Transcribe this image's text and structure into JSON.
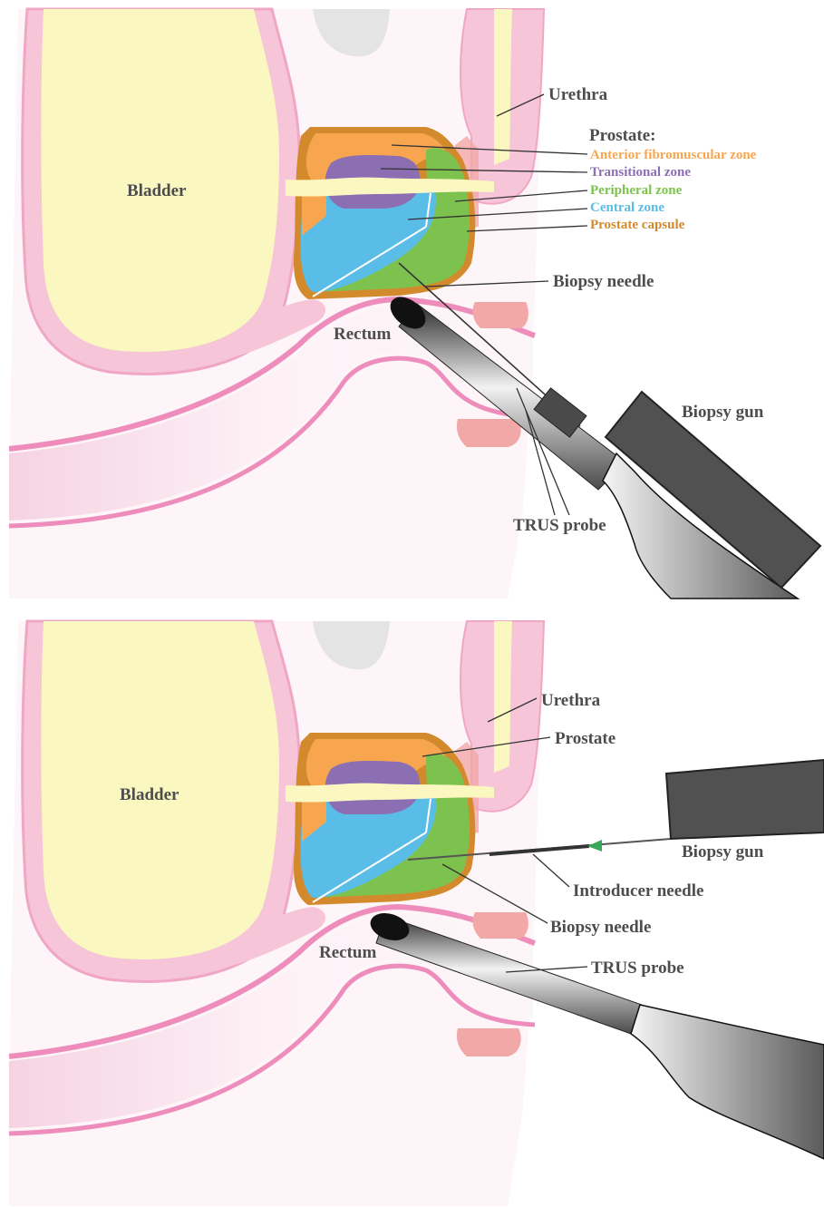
{
  "panel_top": {
    "bladder": "Bladder",
    "rectum": "Rectum",
    "urethra": "Urethra",
    "prostate_heading": "Prostate:",
    "zones": [
      {
        "label": "Anterior fibromuscular zone",
        "color": "#f7a64f"
      },
      {
        "label": "Transitional zone",
        "color": "#8c6fb3"
      },
      {
        "label": "Peripheral zone",
        "color": "#7dc24e"
      },
      {
        "label": "Central zone",
        "color": "#59bde8"
      },
      {
        "label": "Prostate capsule",
        "color": "#d38a2d"
      }
    ],
    "biopsy_needle": "Biopsy needle",
    "biopsy_gun": "Biopsy gun",
    "trus_probe": "TRUS probe"
  },
  "panel_bottom": {
    "bladder": "Bladder",
    "rectum": "Rectum",
    "urethra": "Urethra",
    "prostate": "Prostate",
    "biopsy_gun": "Biopsy gun",
    "introducer_needle": "Introducer needle",
    "biopsy_needle": "Biopsy needle",
    "trus_probe": "TRUS probe"
  },
  "colors": {
    "bladder": "#fbf7c1",
    "tissue_pink": "#f6c5d8",
    "wall_pink": "#ee8cbc",
    "gland_pink": "#f3a8a8",
    "bone_gray": "#e4e4e4",
    "device_dark": "#515151",
    "introducer_marker": "#3aa859"
  }
}
